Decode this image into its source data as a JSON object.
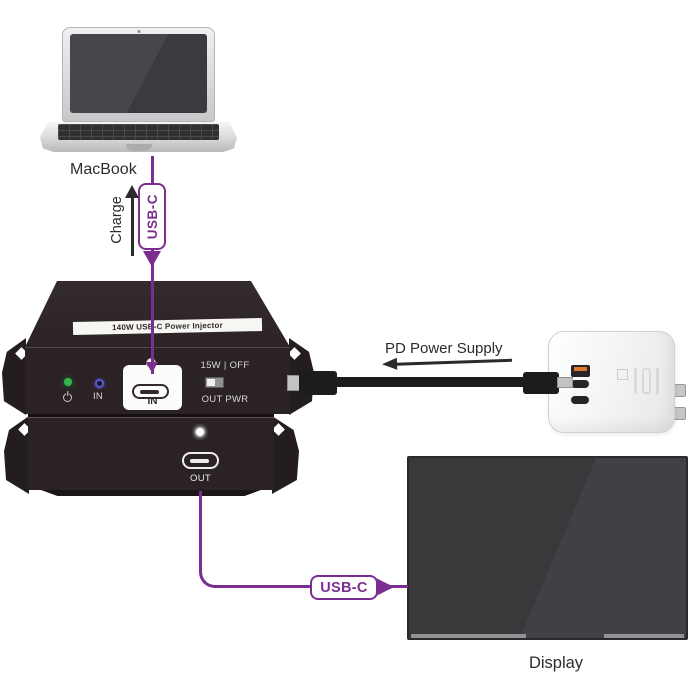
{
  "colors": {
    "accent_purple": "#7B2E90",
    "device_body": "#2B2225",
    "pd_cable_black": "#1C1C1E",
    "led_green": "#35B44A",
    "led_blue": "#5A5ACE",
    "led_white": "#FFFFFF",
    "annotation_text": "#2B2B2B"
  },
  "macbook": {
    "label": "MacBook"
  },
  "charge_arrow": {
    "label": "Charge"
  },
  "cables": {
    "macbook_to_injector": {
      "label": "USB-C",
      "color": "#7B2E90"
    },
    "injector_to_display": {
      "label": "USB-C",
      "color": "#7B2E90"
    }
  },
  "injector": {
    "top_label": "140W USB-C Power Injector",
    "in_led_label": "IN",
    "in_port_label": "IN",
    "switch_top_label": "15W | OFF",
    "switch_bottom_label": "OUT PWR",
    "out_port_label": "OUT"
  },
  "power_supply": {
    "label": "PD Power Supply"
  },
  "display": {
    "label": "Display"
  },
  "icons": {
    "arrow-up-icon": "charge direction arrow",
    "arrow-down-icon": "usb-c plug-in direction arrow",
    "arrow-left-icon": "pd power supply direction arrow",
    "arrow-right-icon": "usb-c to display direction arrow",
    "power-icon": "power led symbol"
  }
}
